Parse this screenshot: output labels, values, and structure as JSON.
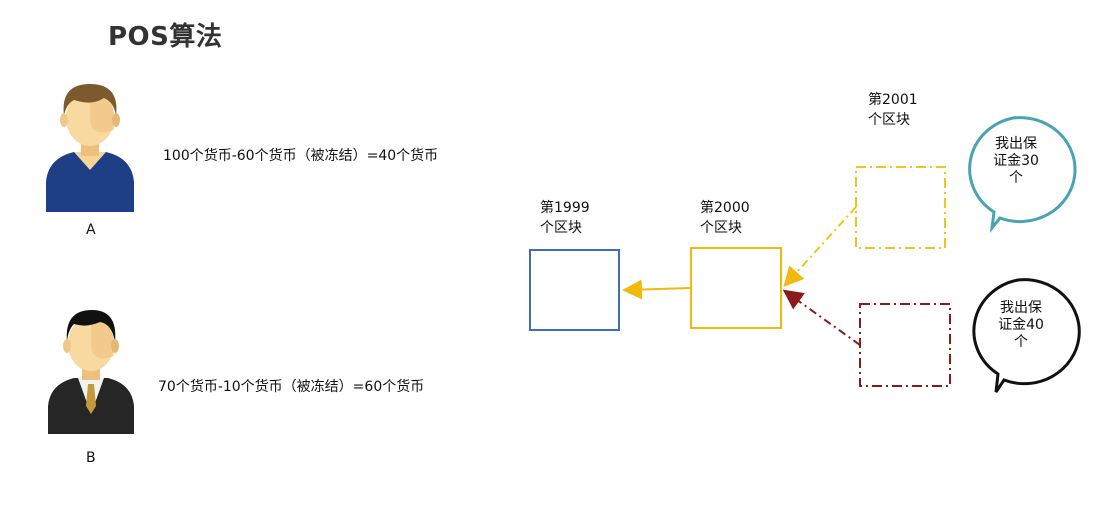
{
  "title": "POS算法",
  "persons": [
    {
      "label": "A",
      "balance_text": "100个货币-60个货币（被冻结）=40个货币",
      "icon": "man-casual-avatar"
    },
    {
      "label": "B",
      "balance_text": "70个货币-10个货币（被冻结）=60个货币",
      "icon": "man-suit-avatar"
    }
  ],
  "blocks": [
    {
      "label_line1": "第1999",
      "label_line2": "个区块",
      "color": "#3f6fb5"
    },
    {
      "label_line1": "第2000",
      "label_line2": "个区块",
      "color": "#f0b90b"
    },
    {
      "label_line1": "第2001",
      "label_line2": "个区块",
      "color": "#f0c419"
    }
  ],
  "candidate_blocks": [
    {
      "color": "#f0c419",
      "style": "dash-dot"
    },
    {
      "color": "#8b1a1a",
      "style": "dash-dot"
    }
  ],
  "bubbles": [
    {
      "line1": "我出保",
      "line2": "证金30",
      "line3": "个",
      "border_color": "#4aa3b5"
    },
    {
      "line1": "我出保",
      "line2": "证金40",
      "line3": "个",
      "border_color": "#111111"
    }
  ]
}
